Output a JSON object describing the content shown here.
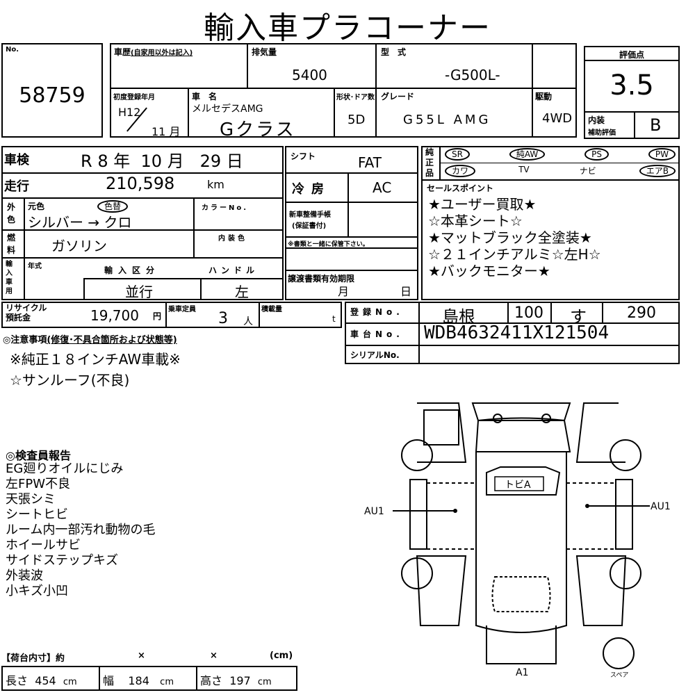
{
  "title": "輸入車プラコーナー",
  "lot": {
    "label": "No.",
    "number": "58759"
  },
  "history": {
    "label": "車歴",
    "note": "(自家用以外は記入)"
  },
  "displacement": {
    "label": "排気量",
    "value": "5400"
  },
  "model": {
    "label": "型　式",
    "value": "-G500L-"
  },
  "evaluation": {
    "label": "評価点",
    "score": "3.5",
    "interior_label_1": "内装",
    "interior_label_2": "補助評価",
    "interior_value": "B"
  },
  "first_reg": {
    "label": "初度登録年月",
    "era": "H12",
    "month": "11",
    "month_unit": "月"
  },
  "name": {
    "label": "車　名",
    "maker": "メルセデスAMG",
    "car": "Gクラス"
  },
  "body": {
    "label": "形状･ドア数",
    "value": "5D"
  },
  "grade": {
    "label": "グレード",
    "value": "G55L AMG"
  },
  "drive": {
    "label": "駆動",
    "value": "4WD"
  },
  "inspection": {
    "label": "車検",
    "era": "R",
    "year": "8",
    "year_unit": "年",
    "month": "10",
    "month_unit": "月",
    "day": "29",
    "day_unit": "日"
  },
  "shift": {
    "label": "シフト",
    "value": "FAT"
  },
  "equipment": {
    "label": "純正品",
    "row1": [
      "SR",
      "純AW",
      "PS",
      "PW"
    ],
    "row2": [
      "カワ",
      "TV",
      "ナビ",
      "エアB"
    ]
  },
  "mileage": {
    "label": "走行",
    "value": "210,598",
    "unit": "km"
  },
  "aircon": {
    "label": "冷房",
    "value": "AC"
  },
  "color": {
    "label": "外色",
    "orig_label": "元色",
    "changed": "色替",
    "code_label": "カラーNo.",
    "from": "シルバー",
    "arrow": "→",
    "to": "クロ"
  },
  "maintenance": {
    "label_1": "新車整備手帳",
    "label_2": "(保証書付)",
    "note": "※書類と一緒に保管下さい。"
  },
  "fuel": {
    "label": "燃料",
    "value": "ガソリン",
    "interior_color_label": "内装色"
  },
  "import": {
    "label": "輸入車用",
    "year_label": "年式",
    "type_label": "輸入区分",
    "type_value": "並行",
    "handle_label": "ハンドル",
    "handle_value": "左"
  },
  "transfer": {
    "label": "譲渡書類有効期限",
    "month_unit": "月",
    "day_unit": "日"
  },
  "sales": {
    "label": "セールスポイント",
    "points": [
      "★ユーザー買取★",
      "☆本革シート☆",
      "★マットブラック全塗装★",
      "☆２１インチアルミ☆左H☆",
      "★バックモニター★"
    ]
  },
  "recycle": {
    "label_1": "リサイクル",
    "label_2": "預託金",
    "value": "19,700",
    "unit": "円"
  },
  "capacity": {
    "label": "乗車定員",
    "value": "3",
    "unit": "人"
  },
  "load": {
    "label": "積載量",
    "unit": "t"
  },
  "registration": {
    "label": "登録No.",
    "region": "島根",
    "class": "100",
    "kana": "す",
    "number": "290"
  },
  "chassis": {
    "label": "車台No.",
    "value": "WDB4632411X121504"
  },
  "serial": {
    "label": "シリアルNo."
  },
  "notes": {
    "label": "◎注意事項",
    "sub": "(修復･不具合箇所および状態等)",
    "lines": [
      "※純正１８インチAW車載※",
      "☆サンルーフ(不良)"
    ]
  },
  "inspector": {
    "label": "◎検査員報告",
    "lines": [
      "EG廻りオイルにじみ",
      "左FPW不良",
      "天張シミ",
      "シートヒビ",
      "ルーム内一部汚れ動物の毛",
      "ホイールサビ",
      "サイドステップキズ",
      "外装波",
      "小キズ小凹"
    ]
  },
  "cargo": {
    "label": "【荷台内寸】約",
    "x1": "×",
    "x2": "×",
    "unit": "(cm)",
    "len_label": "長さ",
    "len": "454",
    "wid_label": "幅",
    "wid": "184",
    "hgt_label": "高さ",
    "hgt": "197",
    "cm": "cm"
  },
  "diagram": {
    "roof": "トビA",
    "left": "AU1",
    "right": "AU1",
    "bottom": "A1",
    "spare": "スペア"
  }
}
